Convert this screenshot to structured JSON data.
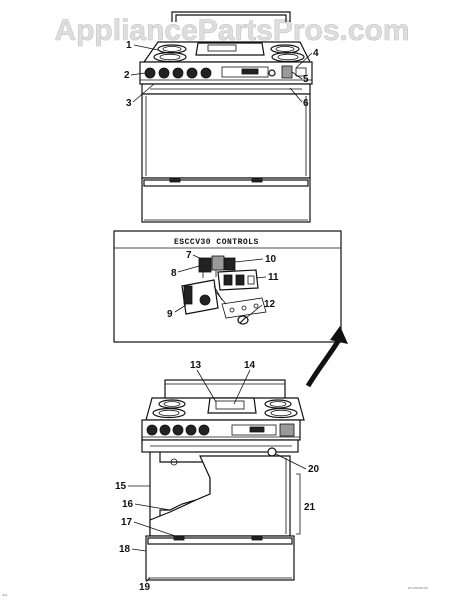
{
  "watermark": "AppliancePartsPros.com",
  "inset_title": "ESCCV30 CONTROLS",
  "stamp_small": "211",
  "stamp_code": "Z7-XXXXX-XX",
  "callouts": {
    "c1": "1",
    "c2": "2",
    "c3": "3",
    "c4": "4",
    "c5": "5",
    "c6": "6",
    "c7": "7",
    "c8": "8",
    "c9": "9",
    "c10": "10",
    "c11": "11",
    "c12": "12",
    "c13": "13",
    "c14": "14",
    "c15": "15",
    "c16": "16",
    "c17": "17",
    "c18": "18",
    "c19": "19",
    "c20": "20",
    "c21": "21"
  }
}
